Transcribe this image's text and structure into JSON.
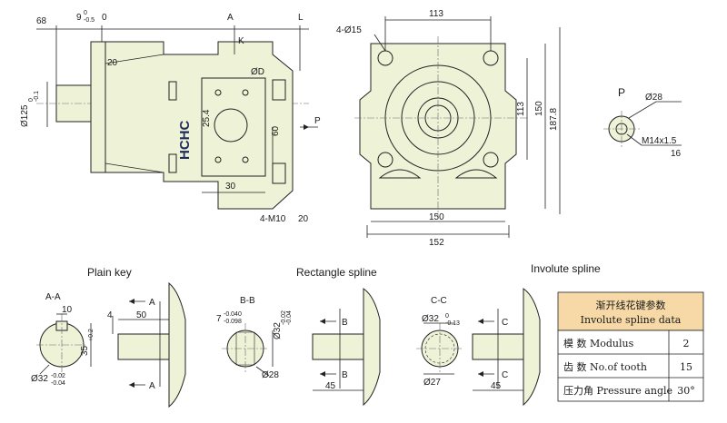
{
  "front_view": {
    "brand": "HCHC",
    "dims": {
      "d68": "68",
      "d9": "9",
      "d9_tol_hi": "0",
      "d9_tol_lo": "-0.5",
      "d0": "0",
      "A": "A",
      "L": "L",
      "K": "K",
      "d20_top": "20",
      "phiD": "ØD",
      "d25_4": "25.4",
      "d60": "60",
      "d30": "30",
      "m10": "4-M10",
      "d20_bot": "20",
      "phi125": "Ø125",
      "phi125_tol_hi": "0",
      "phi125_tol_lo": "-0.1",
      "P": "P"
    }
  },
  "side_view": {
    "holes": "4-Ø15",
    "d113_top": "113",
    "d113_right": "113",
    "d150_right": "150",
    "d187_8": "187.8",
    "d150_bot": "150",
    "d152": "152"
  },
  "port_detail": {
    "P": "P",
    "phi28": "Ø28",
    "thread": "M14x1.5",
    "d16": "16"
  },
  "plain_key": {
    "title": "Plain key",
    "section": "A-A",
    "d10": "10",
    "d4": "4",
    "d50": "50",
    "A_top": "A",
    "A_bot": "A",
    "d35": "35",
    "d35_tol": "+0.2",
    "phi32": "Ø32",
    "phi32_tol_hi": "-0.02",
    "phi32_tol_lo": "-0.04"
  },
  "rectangle_spline": {
    "title": "Rectangle spline",
    "section": "B-B",
    "d7": "7",
    "d7_tol_hi": "-0.040",
    "d7_tol_lo": "-0.098",
    "phi32": "Ø32",
    "phi32_tol_hi": "-0.02",
    "phi32_tol_lo": "-0.04",
    "phi28": "Ø28",
    "B_top": "B",
    "B_bot": "B",
    "d45": "45"
  },
  "involute_spline": {
    "title": "Involute spline",
    "section": "C-C",
    "phi32": "Ø32",
    "phi32_tol_hi": "0",
    "phi32_tol_lo": "-0.13",
    "phi27": "Ø27",
    "C_top": "C",
    "C_bot": "C",
    "d45": "45"
  },
  "spline_table": {
    "title_cn": "渐开线花键参数",
    "title_en": "Involute  spline data",
    "rows": [
      {
        "label": "模 数 Modulus",
        "value": "2"
      },
      {
        "label": "齿 数 No.of tooth",
        "value": "15"
      },
      {
        "label": "压力角 Pressure angle",
        "value": "30°"
      }
    ]
  },
  "colors": {
    "part_fill": "#eef3d8",
    "table_header": "#f6d9a6",
    "brand": "#1f2b5a"
  }
}
